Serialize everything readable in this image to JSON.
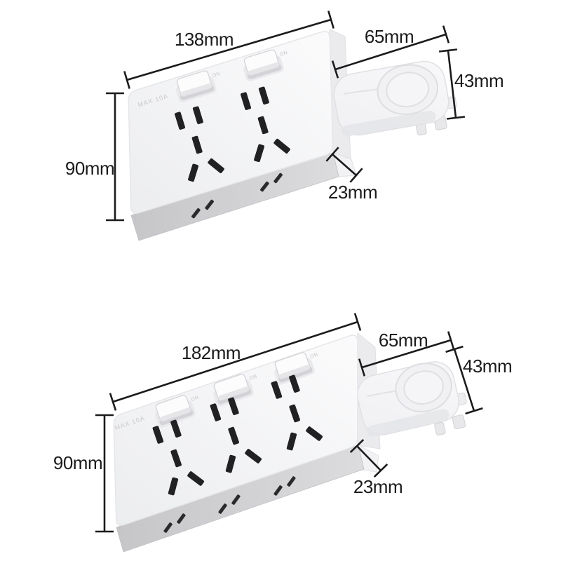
{
  "diagram": {
    "background": "#ffffff",
    "annotation_color": "#1b1b1d",
    "products": [
      {
        "name": "two-outlet power strip with swing-out plug",
        "socket_count": 2,
        "switch_count": 2,
        "embossed_text": "MAX 10A",
        "switch_mark": "ON",
        "dims": {
          "body_width": "138mm",
          "body_height": "90mm",
          "plug_arm_length": "65mm",
          "plug_arm_width": "43mm",
          "body_depth": "23mm"
        }
      },
      {
        "name": "three-outlet power strip with swing-out plug",
        "socket_count": 3,
        "switch_count": 3,
        "embossed_text": "MAX 10A",
        "switch_mark": "ON",
        "dims": {
          "body_width": "182mm",
          "body_height": "90mm",
          "plug_arm_length": "65mm",
          "plug_arm_width": "43mm",
          "body_depth": "23mm"
        }
      }
    ]
  }
}
